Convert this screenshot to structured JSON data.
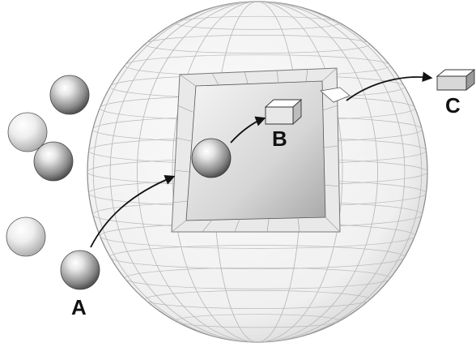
{
  "labels": {
    "a": "A",
    "b": "B",
    "c": "C"
  },
  "colors": {
    "ink": "#111111",
    "sphere_fill": "#f4f4f4",
    "grid_line": "#b9b9b9",
    "cavity": "#cfcfcf"
  }
}
